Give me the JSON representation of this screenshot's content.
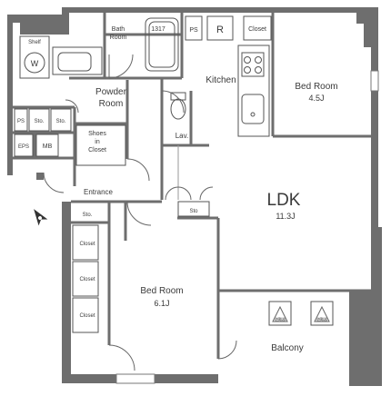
{
  "rooms": {
    "bedroom_top": {
      "name": "Bed Room",
      "size": "4.5J"
    },
    "bedroom_bottom": {
      "name": "Bed Room",
      "size": "6.1J"
    },
    "ldk": {
      "name": "LDK",
      "size": "11.3J"
    },
    "kitchen": {
      "name": "Kitchen"
    },
    "bath": {
      "name_line1": "Bath",
      "name_line2": "Room",
      "unit": "1317"
    },
    "powder": {
      "name_line1": "Powder",
      "name_line2": "Room"
    },
    "shoes": {
      "line1": "Shoes",
      "line2": "in",
      "line3": "Closet"
    },
    "entrance": {
      "name": "Entrance"
    },
    "balcony": {
      "name": "Balcony"
    },
    "lav": {
      "name": "Lav."
    }
  },
  "fixtures": {
    "shelf": "Shelf",
    "washer": "W",
    "ps": "PS",
    "refrigerator": "R",
    "closet_top": "Closet",
    "ps_left": "PS",
    "sto_left1": "Sto.",
    "sto_left2": "Sto.",
    "eps": "EPS",
    "mb": "MB",
    "sto_hall": "Sto.",
    "sto_ldk": "Sto",
    "closet_1": "Closet",
    "closet_2": "Closet",
    "closet_3": "Closet",
    "balcony_mark_1": "避難器",
    "balcony_mark_2": "避難器"
  }
}
